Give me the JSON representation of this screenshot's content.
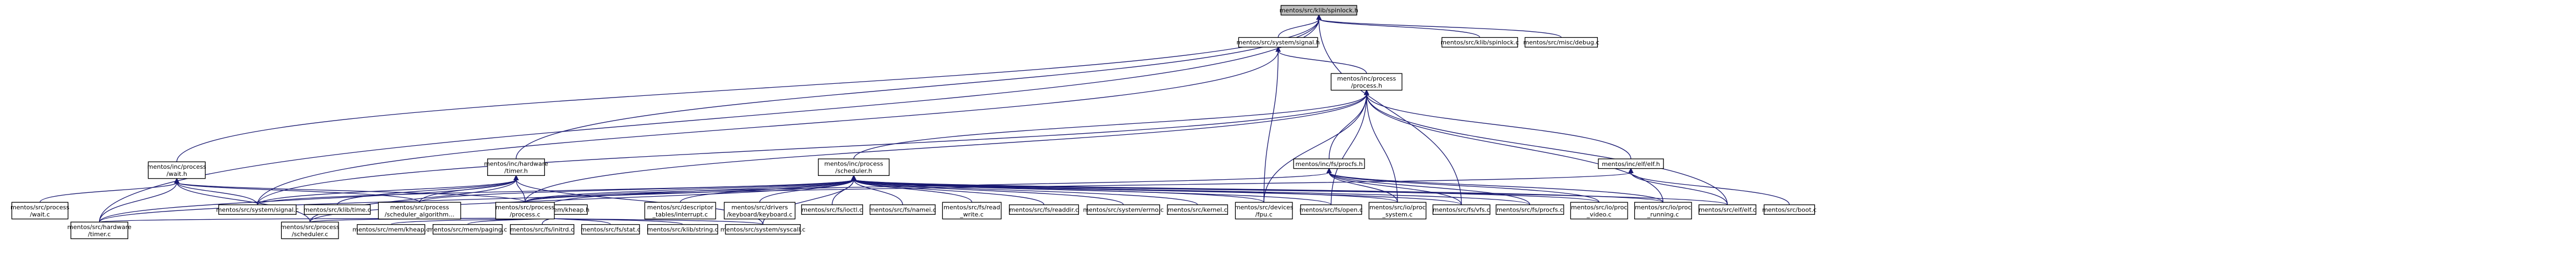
{
  "graph": {
    "title": "mentos/src/klib/spinlock.h",
    "root": "spinlock_h",
    "nodes": [
      {
        "id": "spinlock_h",
        "lines": [
          "mentos/src/klib/spinlock.h"
        ]
      },
      {
        "id": "signal_h",
        "lines": [
          "mentos/src/system/signal.h"
        ]
      },
      {
        "id": "spinlock_c",
        "lines": [
          "mentos/src/klib/spinlock.c"
        ]
      },
      {
        "id": "debug_c",
        "lines": [
          "mentos/src/misc/debug.c"
        ]
      },
      {
        "id": "process_h",
        "lines": [
          "mentos/inc/process",
          "/process.h"
        ]
      },
      {
        "id": "wait_h",
        "lines": [
          "mentos/inc/process",
          "/wait.h"
        ]
      },
      {
        "id": "timer_h",
        "lines": [
          "mentos/inc/hardware",
          "/timer.h"
        ]
      },
      {
        "id": "scheduler_h",
        "lines": [
          "mentos/inc/process",
          "/scheduler.h"
        ]
      },
      {
        "id": "procfs_h",
        "lines": [
          "mentos/inc/fs/procfs.h"
        ]
      },
      {
        "id": "elf_h",
        "lines": [
          "mentos/inc/elf/elf.h"
        ]
      },
      {
        "id": "kheap_h",
        "lines": [
          "mentos/inc/mem/kheap.h"
        ]
      },
      {
        "id": "wait_c",
        "lines": [
          "mentos/src/process",
          "/wait.c"
        ]
      },
      {
        "id": "signal_c",
        "lines": [
          "mentos/src/system/signal.c"
        ]
      },
      {
        "id": "time_c",
        "lines": [
          "mentos/src/klib/time.c"
        ]
      },
      {
        "id": "sched_alg_c",
        "lines": [
          "mentos/src/process",
          "/scheduler_algorithm..."
        ]
      },
      {
        "id": "process_c",
        "lines": [
          "mentos/src/process",
          "/process.c"
        ]
      },
      {
        "id": "interrupt_c",
        "lines": [
          "mentos/src/descriptor",
          "_tables/interrupt.c"
        ]
      },
      {
        "id": "keyboard_c",
        "lines": [
          "mentos/src/drivers",
          "/keyboard/keyboard.c"
        ]
      },
      {
        "id": "ioctl_c",
        "lines": [
          "mentos/src/fs/ioctl.c"
        ]
      },
      {
        "id": "namei_c",
        "lines": [
          "mentos/src/fs/namei.c"
        ]
      },
      {
        "id": "read_write_c",
        "lines": [
          "mentos/src/fs/read",
          "_write.c"
        ]
      },
      {
        "id": "readdir_c",
        "lines": [
          "mentos/src/fs/readdir.c"
        ]
      },
      {
        "id": "errno_c",
        "lines": [
          "mentos/src/system/errno.c"
        ]
      },
      {
        "id": "kernel_c",
        "lines": [
          "mentos/src/kernel.c"
        ]
      },
      {
        "id": "fpu_c",
        "lines": [
          "mentos/src/devices",
          "/fpu.c"
        ]
      },
      {
        "id": "open_c",
        "lines": [
          "mentos/src/fs/open.c"
        ]
      },
      {
        "id": "proc_system_c",
        "lines": [
          "mentos/src/io/proc",
          "_system.c"
        ]
      },
      {
        "id": "vfs_c",
        "lines": [
          "mentos/src/fs/vfs.c"
        ]
      },
      {
        "id": "procfs_c",
        "lines": [
          "mentos/src/fs/procfs.c"
        ]
      },
      {
        "id": "proc_video_c",
        "lines": [
          "mentos/src/io/proc",
          "_video.c"
        ]
      },
      {
        "id": "proc_running_c",
        "lines": [
          "mentos/src/io/proc",
          "_running.c"
        ]
      },
      {
        "id": "elf_c",
        "lines": [
          "mentos/src/elf/elf.c"
        ]
      },
      {
        "id": "boot_c",
        "lines": [
          "mentos/src/boot.c"
        ]
      },
      {
        "id": "hw_timer_c",
        "lines": [
          "mentos/src/hardware",
          "/timer.c"
        ]
      },
      {
        "id": "scheduler_c",
        "lines": [
          "mentos/src/process",
          "/scheduler.c"
        ]
      },
      {
        "id": "kheap_c",
        "lines": [
          "mentos/src/mem/kheap.c"
        ]
      },
      {
        "id": "paging_c",
        "lines": [
          "mentos/src/mem/paging.c"
        ]
      },
      {
        "id": "initrd_c",
        "lines": [
          "mentos/src/fs/initrd.c"
        ]
      },
      {
        "id": "stat_c",
        "lines": [
          "mentos/src/fs/stat.c"
        ]
      },
      {
        "id": "string_c",
        "lines": [
          "mentos/src/klib/string.c"
        ]
      },
      {
        "id": "syscall_c",
        "lines": [
          "mentos/src/system/syscall.c"
        ]
      }
    ],
    "edges": [
      [
        "spinlock_h",
        "signal_h"
      ],
      [
        "spinlock_h",
        "spinlock_c"
      ],
      [
        "spinlock_h",
        "debug_c"
      ],
      [
        "spinlock_h",
        "wait_h"
      ],
      [
        "spinlock_h",
        "timer_h"
      ],
      [
        "spinlock_h",
        "vfs_c"
      ],
      [
        "spinlock_h",
        "hw_timer_c"
      ],
      [
        "signal_h",
        "process_h"
      ],
      [
        "signal_h",
        "signal_c"
      ],
      [
        "signal_h",
        "fpu_c"
      ],
      [
        "process_h",
        "scheduler_h"
      ],
      [
        "process_h",
        "procfs_h"
      ],
      [
        "process_h",
        "elf_h"
      ],
      [
        "process_h",
        "signal_c"
      ],
      [
        "process_h",
        "process_c"
      ],
      [
        "process_h",
        "fpu_c"
      ],
      [
        "process_h",
        "open_c"
      ],
      [
        "process_h",
        "proc_system_c"
      ],
      [
        "process_h",
        "proc_running_c"
      ],
      [
        "process_h",
        "elf_c"
      ],
      [
        "wait_h",
        "wait_c"
      ],
      [
        "wait_h",
        "signal_c"
      ],
      [
        "wait_h",
        "sched_alg_c"
      ],
      [
        "wait_h",
        "process_c"
      ],
      [
        "wait_h",
        "hw_timer_c"
      ],
      [
        "wait_h",
        "scheduler_c"
      ],
      [
        "timer_h",
        "signal_c"
      ],
      [
        "timer_h",
        "time_c"
      ],
      [
        "timer_h",
        "sched_alg_c"
      ],
      [
        "timer_h",
        "process_c"
      ],
      [
        "timer_h",
        "hw_timer_c"
      ],
      [
        "timer_h",
        "scheduler_c"
      ],
      [
        "timer_h",
        "syscall_c"
      ],
      [
        "scheduler_h",
        "kheap_h"
      ],
      [
        "scheduler_h",
        "signal_c"
      ],
      [
        "scheduler_h",
        "sched_alg_c"
      ],
      [
        "scheduler_h",
        "process_c"
      ],
      [
        "scheduler_h",
        "interrupt_c"
      ],
      [
        "scheduler_h",
        "keyboard_c"
      ],
      [
        "scheduler_h",
        "ioctl_c"
      ],
      [
        "scheduler_h",
        "namei_c"
      ],
      [
        "scheduler_h",
        "read_write_c"
      ],
      [
        "scheduler_h",
        "readdir_c"
      ],
      [
        "scheduler_h",
        "errno_c"
      ],
      [
        "scheduler_h",
        "kernel_c"
      ],
      [
        "scheduler_h",
        "fpu_c"
      ],
      [
        "scheduler_h",
        "open_c"
      ],
      [
        "scheduler_h",
        "proc_system_c"
      ],
      [
        "scheduler_h",
        "vfs_c"
      ],
      [
        "scheduler_h",
        "procfs_c"
      ],
      [
        "scheduler_h",
        "proc_video_c"
      ],
      [
        "scheduler_h",
        "proc_running_c"
      ],
      [
        "scheduler_h",
        "elf_c"
      ],
      [
        "scheduler_h",
        "hw_timer_c"
      ],
      [
        "scheduler_h",
        "scheduler_c"
      ],
      [
        "scheduler_h",
        "syscall_c"
      ],
      [
        "procfs_h",
        "proc_system_c"
      ],
      [
        "procfs_h",
        "vfs_c"
      ],
      [
        "procfs_h",
        "procfs_c"
      ],
      [
        "procfs_h",
        "proc_video_c"
      ],
      [
        "procfs_h",
        "proc_running_c"
      ],
      [
        "procfs_h",
        "process_c"
      ],
      [
        "elf_h",
        "elf_c"
      ],
      [
        "elf_h",
        "boot_c"
      ],
      [
        "elf_h",
        "process_c"
      ],
      [
        "kheap_h",
        "hw_timer_c"
      ],
      [
        "kheap_h",
        "scheduler_c"
      ],
      [
        "kheap_h",
        "kheap_c"
      ],
      [
        "kheap_h",
        "paging_c"
      ],
      [
        "kheap_h",
        "initrd_c"
      ],
      [
        "kheap_h",
        "stat_c"
      ],
      [
        "kheap_h",
        "string_c"
      ],
      [
        "kheap_h",
        "syscall_c"
      ]
    ]
  }
}
